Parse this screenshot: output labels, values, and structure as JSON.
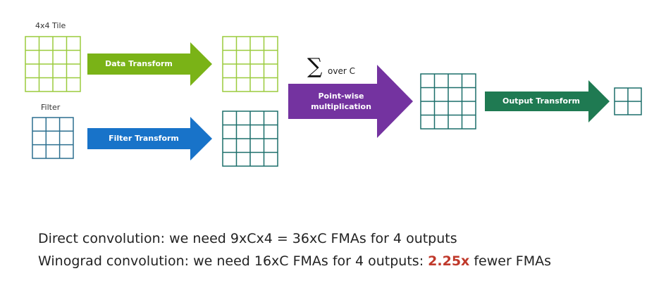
{
  "labels": {
    "tile": "4x4 Tile",
    "filter": "Filter",
    "over_c": "over C",
    "sigma": "∑"
  },
  "arrows": {
    "data_transform": "Data Transform",
    "filter_transform": "Filter Transform",
    "pointwise_line1": "Point-wise",
    "pointwise_line2": "multiplication",
    "output_transform": "Output Transform"
  },
  "text": {
    "direct": "Direct convolution: we need 9xCx4 = 36xC FMAs for 4 outputs",
    "winograd_prefix": "Winograd convolution: we need 16xC FMAs for 4 outputs: ",
    "winograd_factor": "2.25x",
    "winograd_suffix": " fewer FMAs"
  },
  "colors": {
    "green_grid": "#9acb3c",
    "teal_grid": "#1b6e6a",
    "blue_grid": "#2b6f8f",
    "green_arrow": "#7ab317",
    "blue_arrow": "#1873c9",
    "purple_arrow": "#7433a0",
    "darkgreen_arrow": "#1f7a52",
    "accent": "#c0392b"
  }
}
